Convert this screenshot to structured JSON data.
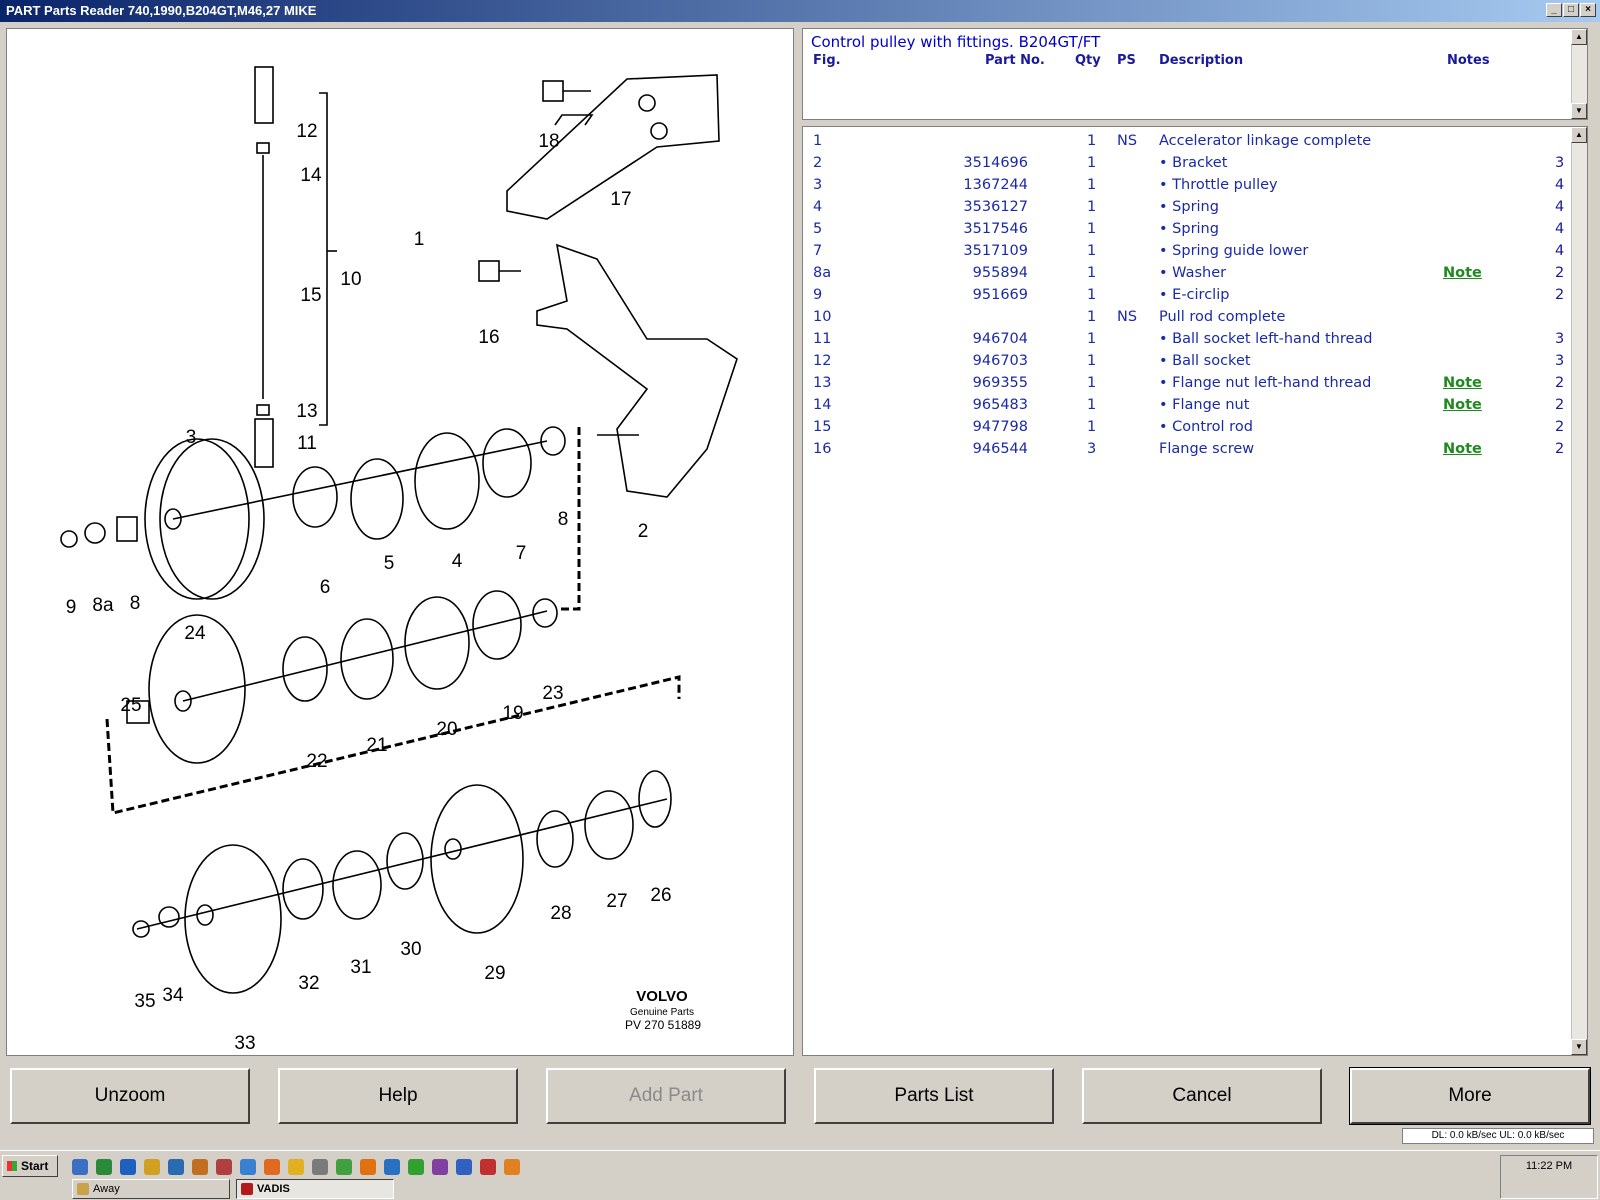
{
  "window": {
    "title": "PART Parts Reader 740,1990,B204GT,M46,27 MIKE"
  },
  "diagram": {
    "labels": [
      "12",
      "14",
      "15",
      "10",
      "13",
      "11",
      "1",
      "18",
      "17",
      "16",
      "2",
      "3",
      "8",
      "5",
      "4",
      "7",
      "6",
      "9",
      "8a",
      "8",
      "24",
      "25",
      "22",
      "21",
      "20",
      "19",
      "23",
      "26",
      "27",
      "28",
      "29",
      "30",
      "31",
      "32",
      "34",
      "35",
      "33"
    ],
    "brand": "VOLVO",
    "brand_sub": "Genuine Parts",
    "code": "PV 270 51889"
  },
  "header": {
    "title": "Control pulley with fittings. B204GT/FT",
    "columns": {
      "fig": "Fig.",
      "part": "Part No.",
      "qty": "Qty",
      "ps": "PS",
      "desc": "Description",
      "notes": "Notes"
    }
  },
  "parts": [
    {
      "fig": "1",
      "part": "",
      "qty": "1",
      "ps": "NS",
      "desc": "Accelerator linkage complete",
      "note": "",
      "num": ""
    },
    {
      "fig": "2",
      "part": "3514696",
      "qty": "1",
      "ps": "",
      "desc": "• Bracket",
      "note": "",
      "num": "3"
    },
    {
      "fig": "3",
      "part": "1367244",
      "qty": "1",
      "ps": "",
      "desc": "• Throttle pulley",
      "note": "",
      "num": "4"
    },
    {
      "fig": "4",
      "part": "3536127",
      "qty": "1",
      "ps": "",
      "desc": "• Spring",
      "note": "",
      "num": "4"
    },
    {
      "fig": "5",
      "part": "3517546",
      "qty": "1",
      "ps": "",
      "desc": "• Spring",
      "note": "",
      "num": "4"
    },
    {
      "fig": "7",
      "part": "3517109",
      "qty": "1",
      "ps": "",
      "desc": "• Spring guide lower",
      "note": "",
      "num": "4"
    },
    {
      "fig": "8a",
      "part": "955894",
      "qty": "1",
      "ps": "",
      "desc": "• Washer",
      "note": "Note",
      "num": "2"
    },
    {
      "fig": "9",
      "part": "951669",
      "qty": "1",
      "ps": "",
      "desc": "• E-circlip",
      "note": "",
      "num": "2"
    },
    {
      "fig": "10",
      "part": "",
      "qty": "1",
      "ps": "NS",
      "desc": "Pull rod complete",
      "note": "",
      "num": ""
    },
    {
      "fig": "11",
      "part": "946704",
      "qty": "1",
      "ps": "",
      "desc": "• Ball socket left-hand thread",
      "note": "",
      "num": "3"
    },
    {
      "fig": "12",
      "part": "946703",
      "qty": "1",
      "ps": "",
      "desc": "• Ball socket",
      "note": "",
      "num": "3"
    },
    {
      "fig": "13",
      "part": "969355",
      "qty": "1",
      "ps": "",
      "desc": "• Flange nut left-hand thread",
      "note": "Note",
      "num": "2"
    },
    {
      "fig": "14",
      "part": "965483",
      "qty": "1",
      "ps": "",
      "desc": "• Flange nut",
      "note": "Note",
      "num": "2"
    },
    {
      "fig": "15",
      "part": "947798",
      "qty": "1",
      "ps": "",
      "desc": "• Control rod",
      "note": "",
      "num": "2"
    },
    {
      "fig": "16",
      "part": "946544",
      "qty": "3",
      "ps": "",
      "desc": "Flange screw",
      "note": "Note",
      "num": "2"
    }
  ],
  "buttons": {
    "unzoom": "Unzoom",
    "help": "Help",
    "add_part": "Add Part",
    "parts_list": "Parts List",
    "cancel": "Cancel",
    "more": "More"
  },
  "status": "DL: 0.0 kB/sec  UL: 0.0 kB/sec",
  "taskbar": {
    "start": "Start",
    "tasks": [
      "Away",
      "VADIS"
    ],
    "clock": "11:22 PM"
  }
}
